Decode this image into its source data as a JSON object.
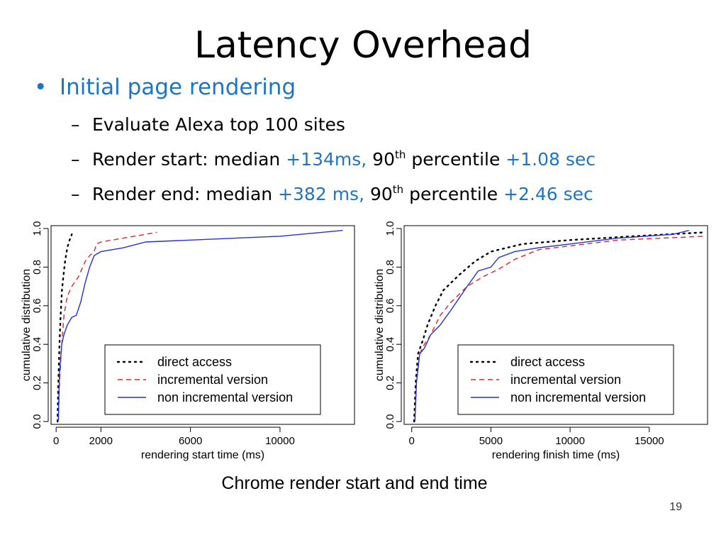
{
  "slide": {
    "title": "Latency Overhead",
    "bullet": "Initial page rendering",
    "subs": [
      {
        "parts": [
          {
            "t": "Evaluate Alexa top 100 sites",
            "c": "black"
          }
        ]
      },
      {
        "parts": [
          {
            "t": "Render start: median ",
            "c": "black"
          },
          {
            "t": "+134ms,",
            "c": "blue"
          },
          {
            "t": " 90",
            "c": "black"
          },
          {
            "t": "th",
            "c": "black",
            "sup": true
          },
          {
            "t": " percentile ",
            "c": "black"
          },
          {
            "t": "+1.08 sec",
            "c": "blue"
          }
        ]
      },
      {
        "parts": [
          {
            "t": "Render end: median ",
            "c": "black"
          },
          {
            "t": "+382 ms,",
            "c": "blue"
          },
          {
            "t": " 90",
            "c": "black"
          },
          {
            "t": "th",
            "c": "black",
            "sup": true
          },
          {
            "t": " percentile ",
            "c": "black"
          },
          {
            "t": "+2.46 sec",
            "c": "blue"
          }
        ]
      }
    ],
    "caption": "Chrome render start and end time",
    "page_number": "19",
    "colors": {
      "accent": "#1f74c4",
      "incremental": "#e8202a",
      "non_incremental": "#2431d8"
    }
  },
  "chart_data": [
    {
      "type": "line",
      "xlabel": "rendering start time (ms)",
      "ylabel": "cumulative distribution",
      "xlim": [
        -100,
        13200
      ],
      "ylim": [
        0,
        1.0
      ],
      "xticks": [
        0,
        2000,
        6000,
        10000
      ],
      "yticks": [
        0.0,
        0.2,
        0.4,
        0.6,
        0.8,
        1.0
      ],
      "legend": "bottom-right",
      "series": [
        {
          "name": "direct access",
          "style": "dotted",
          "color": "#000000",
          "x": [
            60,
            100,
            150,
            200,
            260,
            320,
            400,
            500,
            600,
            700
          ],
          "y": [
            0.0,
            0.2,
            0.4,
            0.55,
            0.68,
            0.75,
            0.83,
            0.9,
            0.94,
            0.97
          ]
        },
        {
          "name": "incremental version",
          "style": "dashed",
          "color": "#e8202a",
          "x": [
            100,
            150,
            250,
            350,
            500,
            700,
            1000,
            1300,
            1500,
            1700,
            1800,
            2000,
            3000,
            4500
          ],
          "y": [
            0.0,
            0.2,
            0.4,
            0.55,
            0.65,
            0.7,
            0.75,
            0.83,
            0.86,
            0.88,
            0.92,
            0.93,
            0.95,
            0.98
          ]
        },
        {
          "name": "non incremental version",
          "style": "solid",
          "color": "#2431d8",
          "x": [
            100,
            150,
            250,
            350,
            500,
            700,
            900,
            1100,
            1300,
            1500,
            1700,
            2000,
            3000,
            4000,
            10000,
            12800
          ],
          "y": [
            0.0,
            0.25,
            0.4,
            0.45,
            0.5,
            0.54,
            0.55,
            0.62,
            0.72,
            0.8,
            0.86,
            0.88,
            0.9,
            0.93,
            0.96,
            0.99
          ]
        }
      ]
    },
    {
      "type": "line",
      "xlabel": "rendering finish time (ms)",
      "ylabel": "cumulative distribution",
      "xlim": [
        -300,
        18500
      ],
      "ylim": [
        0,
        1.0
      ],
      "xticks": [
        0,
        5000,
        10000,
        15000
      ],
      "yticks": [
        0.0,
        0.2,
        0.4,
        0.6,
        0.8,
        1.0
      ],
      "legend": "bottom-right",
      "series": [
        {
          "name": "direct access",
          "style": "dotted",
          "color": "#000000",
          "x": [
            150,
            250,
            400,
            700,
            1000,
            1500,
            2000,
            3000,
            4000,
            5000,
            7000,
            10000,
            14000,
            18500
          ],
          "y": [
            0.0,
            0.2,
            0.35,
            0.42,
            0.5,
            0.6,
            0.68,
            0.76,
            0.83,
            0.88,
            0.92,
            0.94,
            0.96,
            0.98
          ]
        },
        {
          "name": "incremental version",
          "style": "dashed",
          "color": "#e8202a",
          "x": [
            200,
            300,
            500,
            800,
            1200,
            1800,
            2500,
            3500,
            4500,
            5500,
            6500,
            8000,
            10000,
            13000,
            18500
          ],
          "y": [
            0.0,
            0.2,
            0.35,
            0.4,
            0.45,
            0.55,
            0.62,
            0.7,
            0.75,
            0.79,
            0.84,
            0.89,
            0.91,
            0.94,
            0.96
          ]
        },
        {
          "name": "non incremental version",
          "style": "solid",
          "color": "#2431d8",
          "x": [
            200,
            300,
            500,
            800,
            1200,
            1800,
            2500,
            3500,
            4200,
            5000,
            5500,
            6500,
            8000,
            10000,
            13000,
            16500,
            17500
          ],
          "y": [
            0.0,
            0.2,
            0.35,
            0.38,
            0.45,
            0.5,
            0.58,
            0.7,
            0.78,
            0.8,
            0.85,
            0.88,
            0.9,
            0.92,
            0.95,
            0.97,
            0.99
          ]
        }
      ]
    }
  ]
}
